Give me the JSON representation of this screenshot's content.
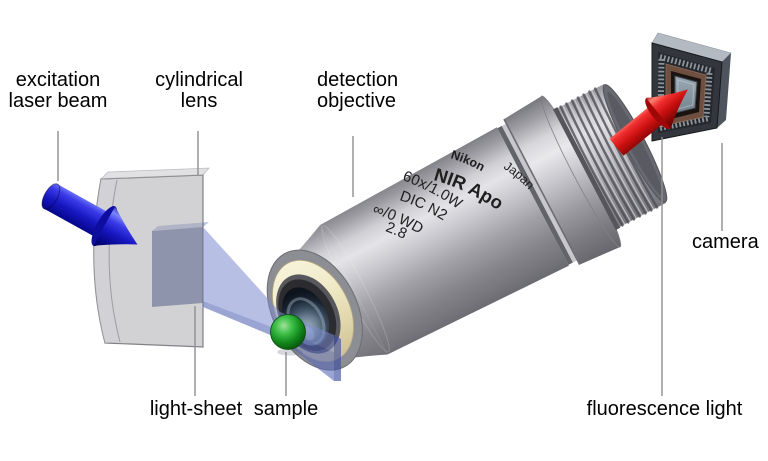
{
  "labels": {
    "excitation_line1": "excitation",
    "excitation_line2": "laser beam",
    "lens_line1": "cylindrical",
    "lens_line2": "lens",
    "objective_line1": "detection",
    "objective_line2": "objective",
    "camera": "camera",
    "light_sheet": "light-sheet",
    "sample": "sample",
    "fluorescence": "fluorescence light"
  },
  "objective_engraving": {
    "brand": "Nikon",
    "country": "Japan",
    "series": "NIR Apo",
    "magnification": "60x/1.0W",
    "dic_type": "DIC N2",
    "tube_correction": "∞/0 WD",
    "working_distance": "2.8"
  },
  "colors": {
    "background": "#ffffff",
    "excitation_blue": "#1b1bd6",
    "fluorescence_red": "#d61b1b",
    "light_sheet_blue": "#5a74c8",
    "sample_green": "#128a1c",
    "lens_gray": "#a5a5aa",
    "objective_gray": "#b4b4ba",
    "front_ring_cream": "#eee7c2",
    "sensor_die_blue": "#93a2b0",
    "leader_line_gray": "#8f8f8f",
    "label_text": "#000000"
  }
}
